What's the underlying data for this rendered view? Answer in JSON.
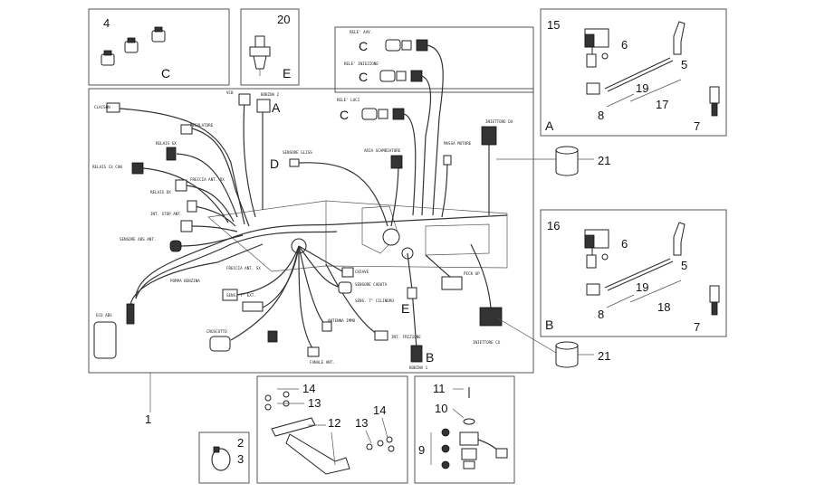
{
  "callouts": {
    "n1": "1",
    "n2": "2",
    "n3": "3",
    "n4": "4",
    "n5a": "5",
    "n5b": "5",
    "n6a": "6",
    "n6b": "6",
    "n7a": "7",
    "n7b": "7",
    "n8a": "8",
    "n8b": "8",
    "n9": "9",
    "n10": "10",
    "n11": "11",
    "n12": "12",
    "n13a": "13",
    "n13b": "13",
    "n14a": "14",
    "n14b": "14",
    "n15": "15",
    "n16": "16",
    "n17": "17",
    "n18": "18",
    "n19a": "19",
    "n19b": "19",
    "n20": "20",
    "n21a": "21",
    "n21b": "21"
  },
  "letters": {
    "A_box": "A",
    "B_box": "B",
    "C_box": "C",
    "E_box": "E",
    "A_main": "A",
    "B_main": "B",
    "C1": "C",
    "C2": "C",
    "C3": "C",
    "D": "D",
    "E_main": "E"
  },
  "labels": {
    "clacson": "CLACSON",
    "regolatore": "REGOLATORE",
    "relay_sx": "RELAIS SX",
    "relay_cx": "RELAIS CX CAN",
    "freccia_ant_dx": "FRECCIA ANT. DX",
    "relay_dx": "RELAIS DX",
    "int_stop_ant": "INT. STOP ANT.",
    "sensore_ant": "SENSORE ABS ANT.",
    "ecu_abs": "ECU ABS",
    "pompa_benzina": "POMPA BENZINA",
    "freccia_ant_sx": "FRECCIA ANT. SX",
    "sens_temp": "SENS. T° EXT.",
    "cruscotto": "CRUSCOTTO",
    "fanale_ant": "FANALE ANT.",
    "antenna_immo": "ANTENNA IMMO",
    "int_frizione": "INT. FRIZIONE",
    "bobina_1": "BOBINA 1",
    "sens_cilindro": "SENS. T° CILINDRO",
    "sensore_caduta": "SENSORE CADUTA",
    "chiave": "CHIAVE",
    "pick_up": "PICK UP",
    "iniettore_cx": "INIETTORE CX",
    "iniettore_dx": "INIETTORE DX",
    "massa_motore": "MASSA MOTORE",
    "aria_scambiatore": "ARIA SCAMBIATORE",
    "sensore_gliss": "SENSORE GLISS",
    "bobina_2": "BOBINA 2",
    "vcb": "VCB",
    "rele_avv": "RELE' AVV.",
    "rele_iniezione": "RELE' INIEZIONE",
    "rele_luci": "RELE' LUCI"
  }
}
